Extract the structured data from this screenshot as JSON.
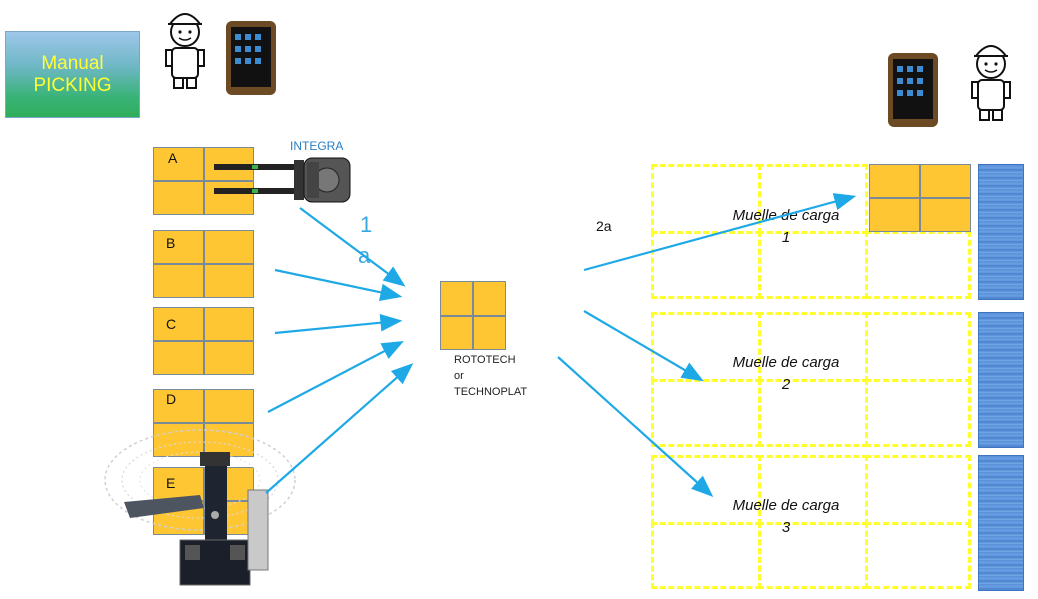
{
  "title_box": {
    "line1": "Manual",
    "line2": "PICKING"
  },
  "equipment": {
    "integra": "INTEGRA",
    "hub_line1": "ROTOTECH",
    "hub_line2": "or",
    "hub_line3": "TECHNOPLAT"
  },
  "pallets": [
    "A",
    "B",
    "C",
    "D",
    "E"
  ],
  "step_labels": {
    "one": "1",
    "a": "a",
    "two_a": "2a"
  },
  "docks": [
    {
      "label": "Muelle de carga",
      "number": "1"
    },
    {
      "label": "Muelle de carga",
      "number": "2"
    },
    {
      "label": "Muelle de carga",
      "number": "3"
    }
  ],
  "icons": [
    "worker-icon",
    "tablet-icon",
    "forklift-icon",
    "robot-arm-icon"
  ],
  "colors": {
    "pallet": "#ffc633",
    "arrow": "#1ea9e6",
    "dock_border": "#ffff2e",
    "curtain": "#5a8fd8"
  }
}
